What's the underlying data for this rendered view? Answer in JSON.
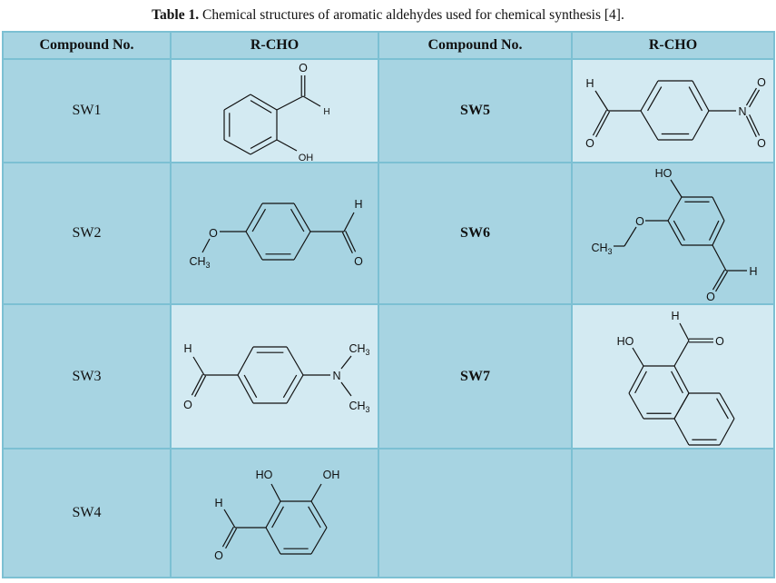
{
  "caption": {
    "label": "Table 1.",
    "text": " Chemical structures of aromatic aldehydes used for chemical synthesis [4]."
  },
  "headers": [
    "Compound No.",
    "R-CHO",
    "Compound No.",
    "R-CHO"
  ],
  "compounds": {
    "sw1": {
      "name": "SW1",
      "atoms": [
        "O",
        "H",
        "OH"
      ]
    },
    "sw2": {
      "name": "SW2",
      "atoms": [
        "O",
        "CH",
        "3",
        "H",
        "O"
      ]
    },
    "sw3": {
      "name": "SW3",
      "atoms": [
        "H",
        "O",
        "N",
        "CH",
        "3",
        "CH",
        "3"
      ]
    },
    "sw4": {
      "name": "SW4",
      "atoms": [
        "HO",
        "OH",
        "H",
        "O"
      ]
    },
    "sw5": {
      "name": "SW5",
      "atoms": [
        "H",
        "O",
        "N",
        "O",
        "O"
      ]
    },
    "sw6": {
      "name": "SW6",
      "atoms": [
        "HO",
        "O",
        "CH",
        "3",
        "H",
        "O"
      ]
    },
    "sw7": {
      "name": "SW7",
      "atoms": [
        "HO",
        "H",
        "O"
      ]
    }
  },
  "colors": {
    "cell_dark": "#a7d4e2",
    "cell_light": "#d3eaf2",
    "border": "#7cc0d3"
  }
}
